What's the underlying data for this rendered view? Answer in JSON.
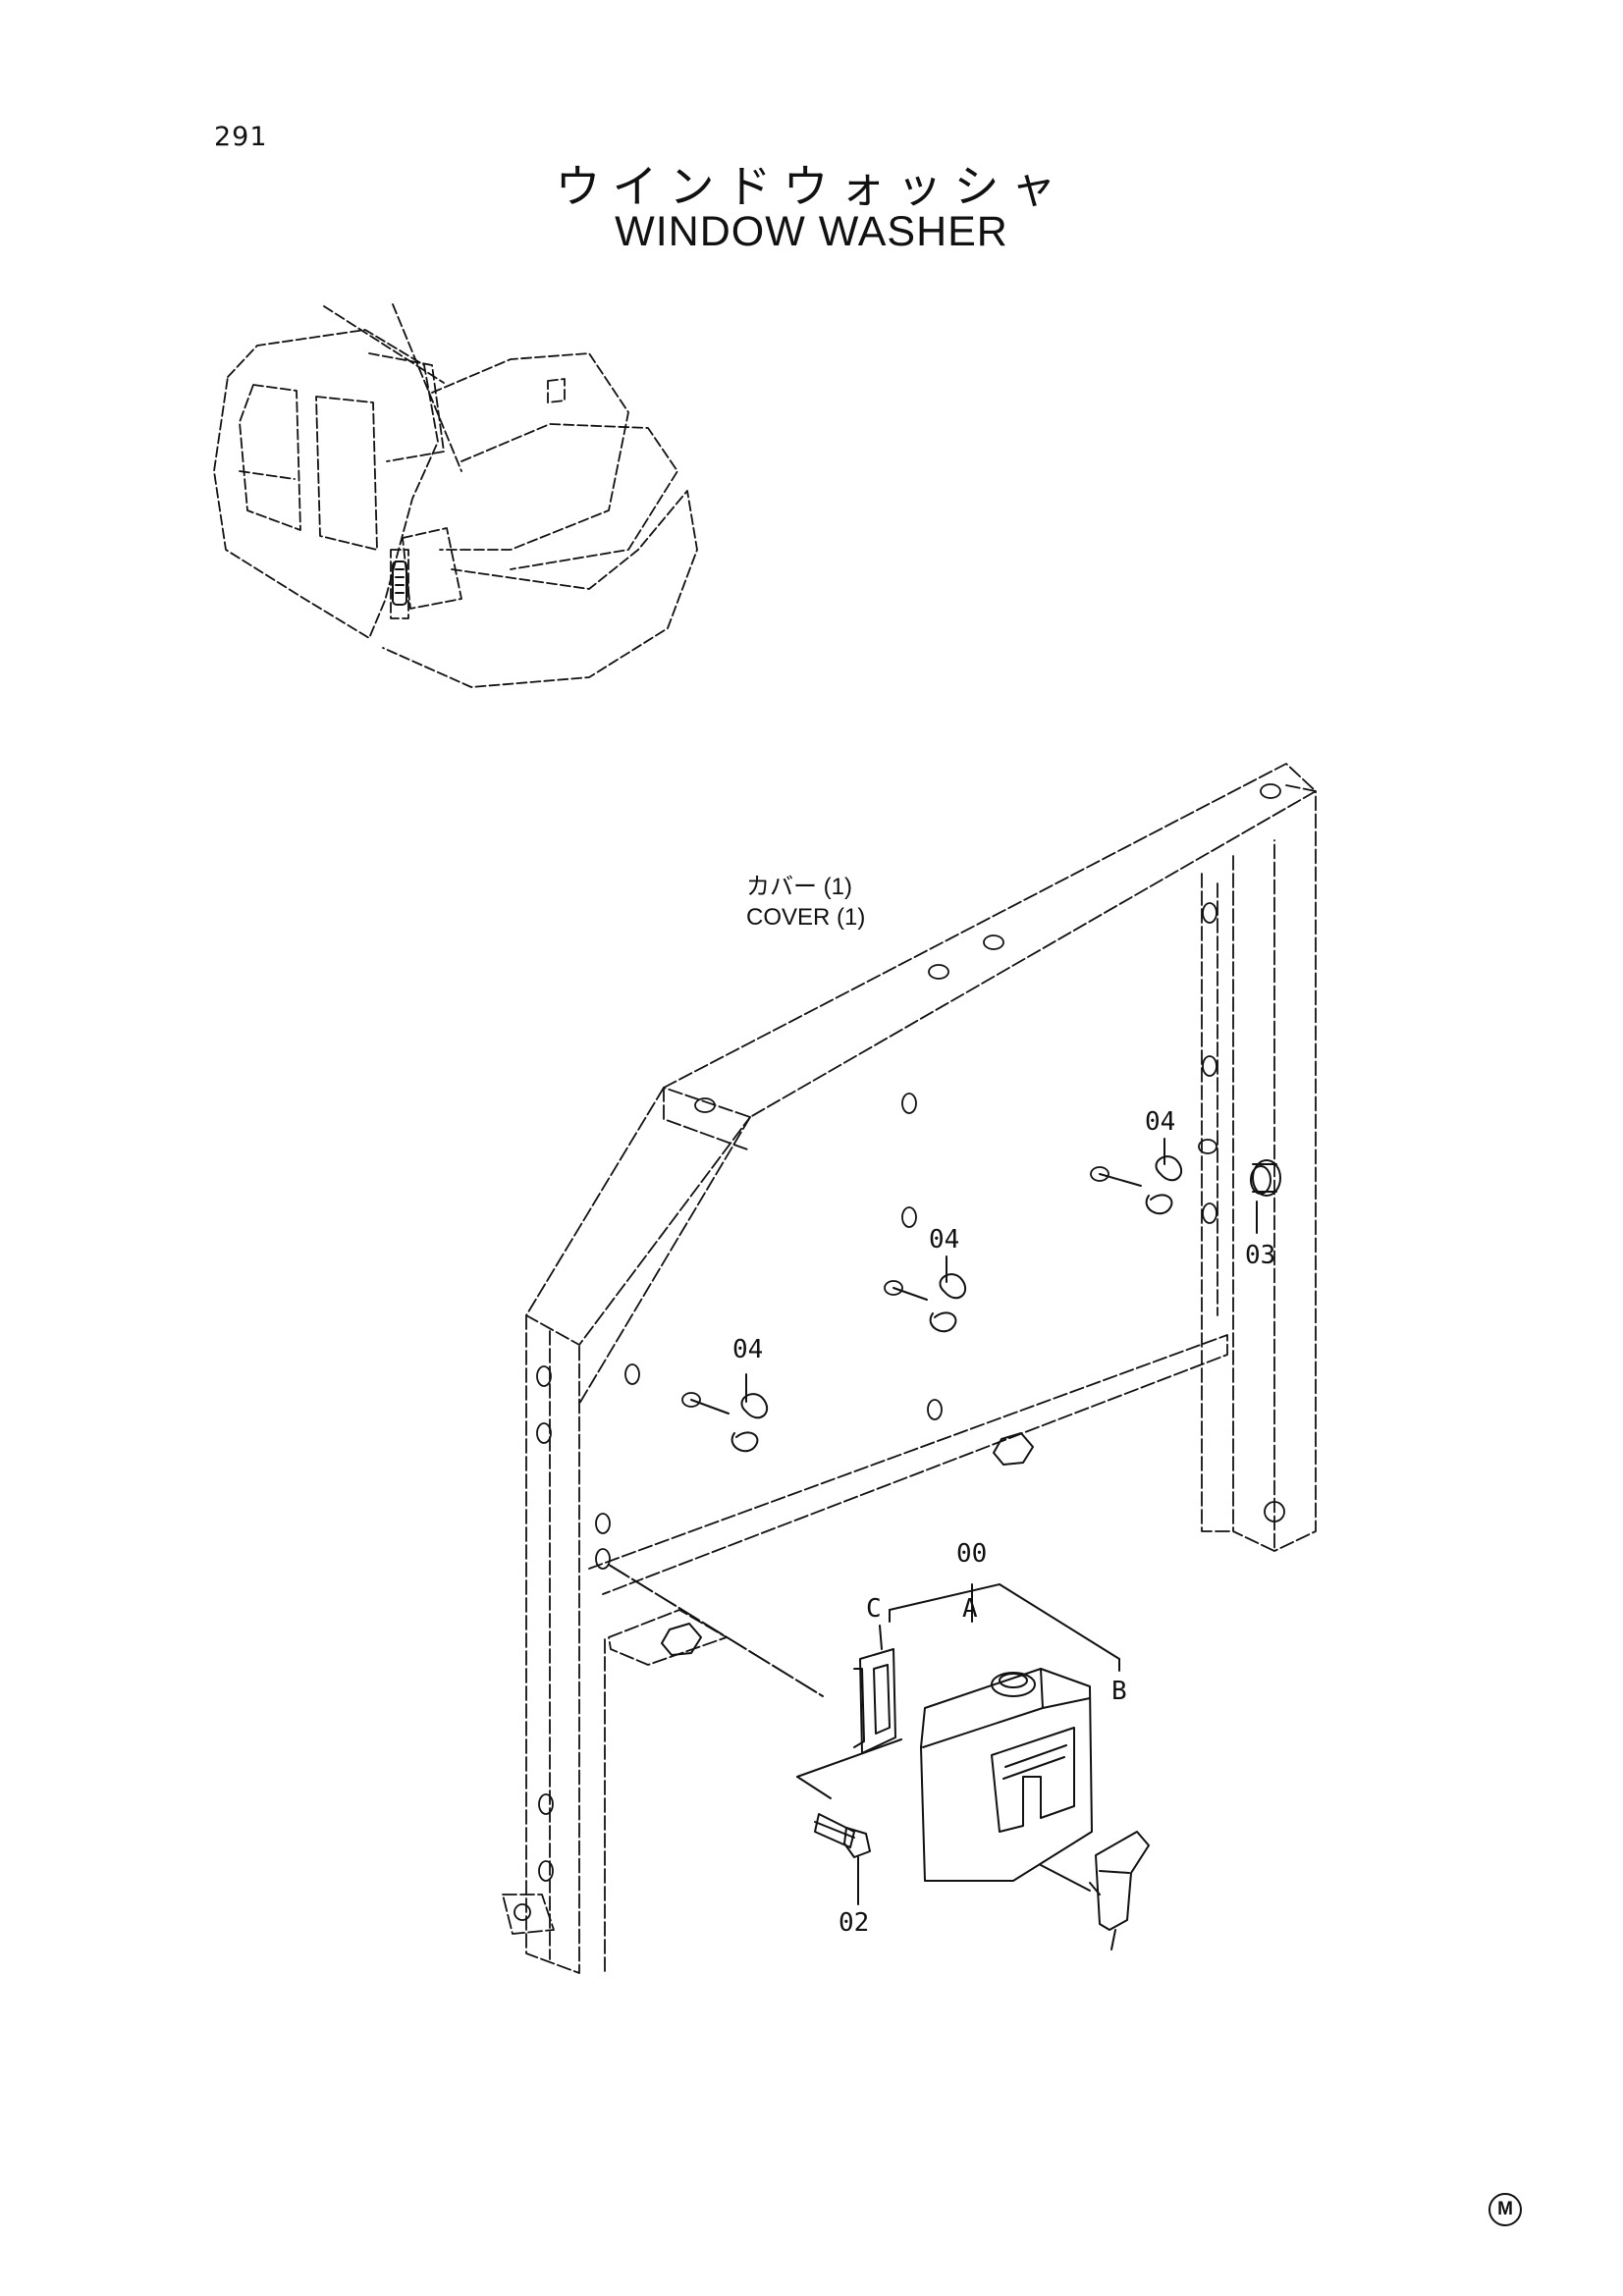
{
  "page": {
    "number": "291",
    "title_jp": "ウインドウォッシャ",
    "title_en": "WINDOW WASHER",
    "mark": "M"
  },
  "labels": {
    "cover_jp": "カバー (1)",
    "cover_en": "COVER (1)"
  },
  "callouts": [
    {
      "id": "04",
      "label": "04"
    },
    {
      "id": "04",
      "label": "04"
    },
    {
      "id": "04",
      "label": "04"
    },
    {
      "id": "03",
      "label": "03"
    },
    {
      "id": "00",
      "label": "00"
    },
    {
      "id": "A",
      "label": "A"
    },
    {
      "id": "B",
      "label": "B"
    },
    {
      "id": "C",
      "label": "C"
    },
    {
      "id": "02",
      "label": "02"
    }
  ]
}
